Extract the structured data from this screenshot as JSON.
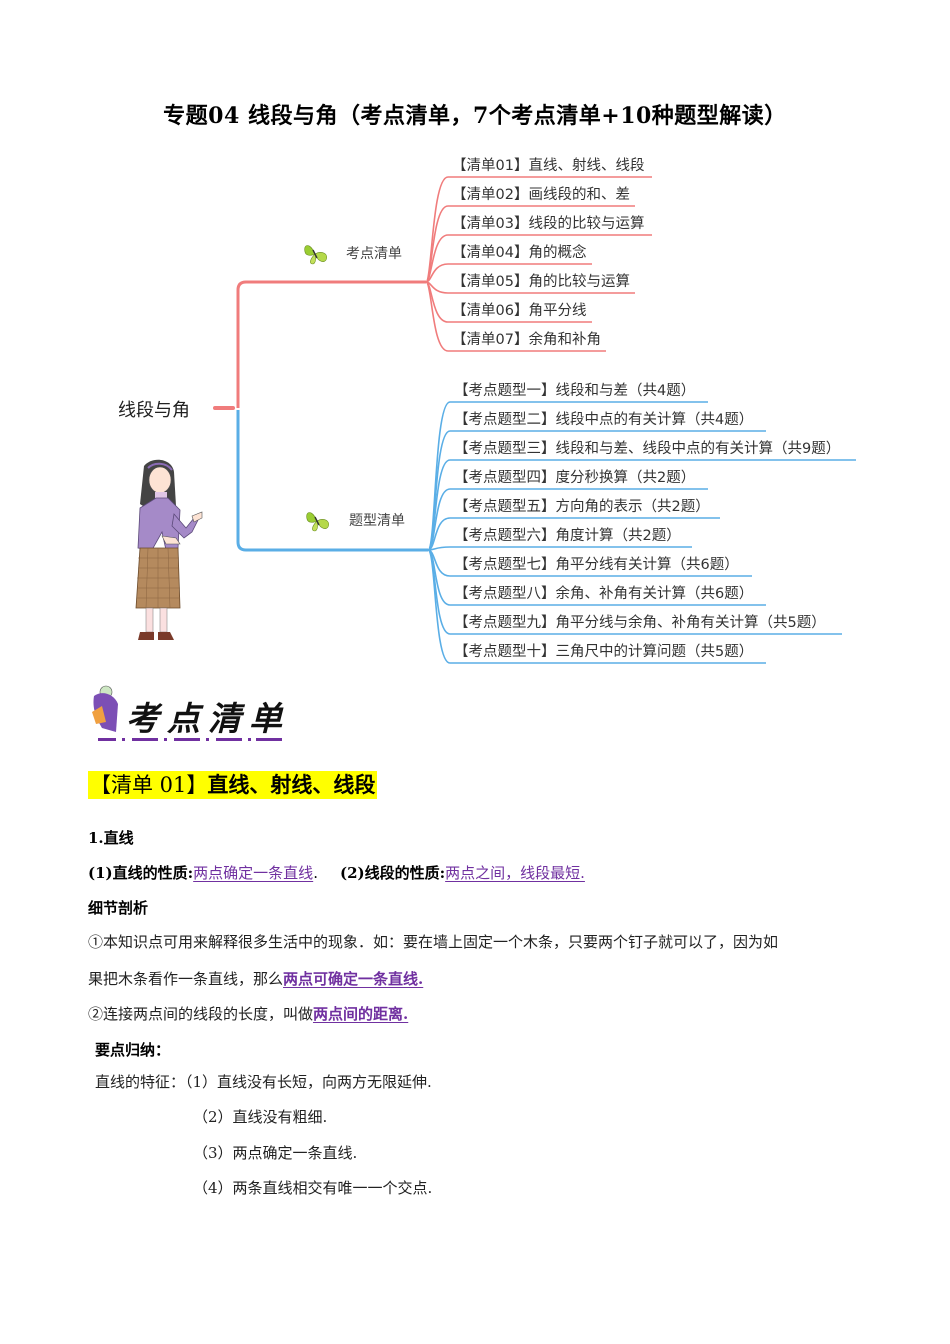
{
  "document": {
    "title": "专题04  线段与角（考点清单，7个考点清单+10种题型解读）"
  },
  "mindmap": {
    "root": "线段与角",
    "branches": [
      {
        "label": "考点清单",
        "color": "#f07c7c",
        "icon": "butterfly-icon",
        "items": [
          "【清单01】直线、射线、线段",
          "【清单02】画线段的和、差",
          "【清单03】线段的比较与运算",
          "【清单04】角的概念",
          "【清单05】角的比较与运算",
          "【清单06】角平分线",
          "【清单07】余角和补角"
        ]
      },
      {
        "label": "题型清单",
        "color": "#5aaee6",
        "icon": "butterfly-icon",
        "items": [
          "【考点题型一】线段和与差（共4题）",
          "【考点题型二】线段中点的有关计算（共4题）",
          "【考点题型三】线段和与差、线段中点的有关计算（共9题）",
          "【考点题型四】度分秒换算（共2题）",
          "【考点题型五】方向角的表示（共2题）",
          "【考点题型六】角度计算（共2题）",
          "【考点题型七】角平分线有关计算（共6题）",
          "【考点题型八】余角、补角有关计算（共6题）",
          "【考点题型九】角平分线与余角、补角有关计算（共5题）",
          "【考点题型十】三角尺中的计算问题（共5题）"
        ]
      }
    ]
  },
  "section_banner": {
    "label": "考点清单",
    "icon": "wizard-mascot-icon",
    "accent": "#7030a0"
  },
  "section01": {
    "heading_prefix": "【清单 01】",
    "heading_main": "直线、射线、线段",
    "highlight_color": "#ffff00",
    "subheading": "1.直线",
    "properties": {
      "p1_label": "(1)直线的性质:",
      "p1_value": "两点确定一条直线",
      "p1_end": ".",
      "p2_label": "(2)线段的性质:",
      "p2_value": "两点之间，线段最短.",
      "link_color": "#7030a0"
    },
    "detail_heading": "细节剖析",
    "detail1_line1": "①本知识点可用来解释很多生活中的现象．如：要在墙上固定一个木条，只要两个钉子就可以了，因为如",
    "detail1_line2_prefix": "果把木条看作一条直线，那么",
    "detail1_line2_link": "两点可确定一条直线.",
    "detail2_prefix": "②连接两点间的线段的长度，叫做",
    "detail2_link": "两点间的距离.",
    "summary_heading": "要点归纳：",
    "features_label": "直线的特征：",
    "features": [
      "（1）直线没有长短，向两方无限延伸.",
      "（2）直线没有粗细.",
      "（3）两点确定一条直线.",
      "（4）两条直线相交有唯一一个交点."
    ]
  }
}
